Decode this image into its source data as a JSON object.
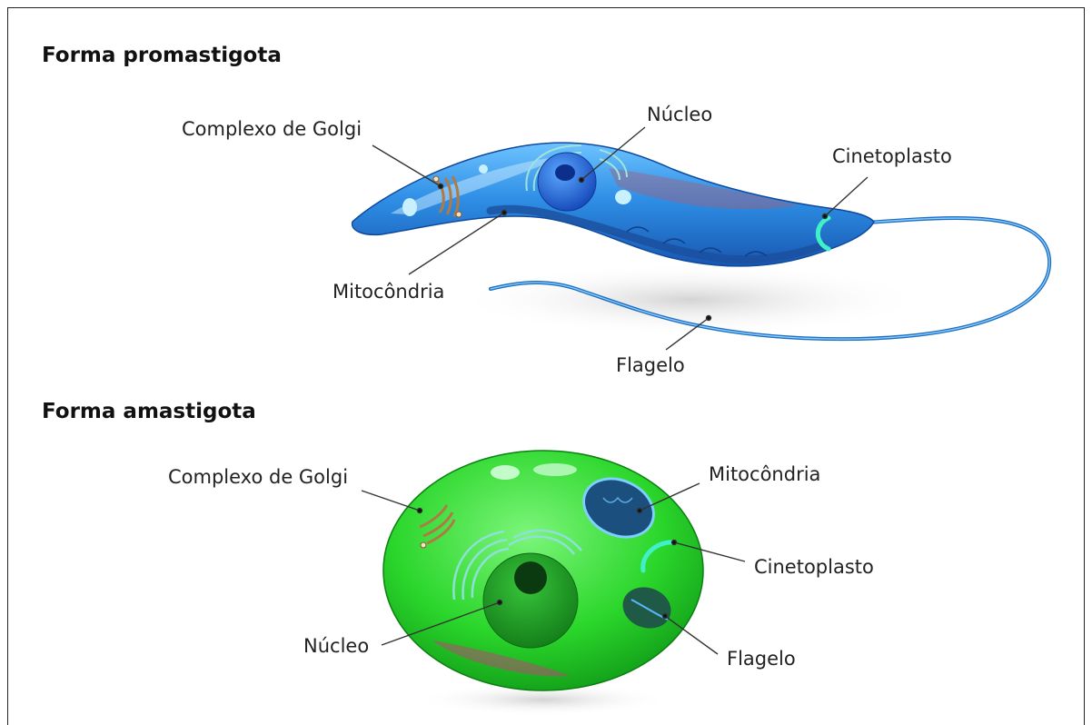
{
  "promastigote": {
    "title": "Forma promastigota",
    "labels": {
      "golgi": "Complexo de Golgi",
      "nucleus": "Núcleo",
      "kinetoplast": "Cinetoplasto",
      "mitochondria": "Mitocôndria",
      "flagellum": "Flagelo"
    }
  },
  "amastigote": {
    "title": "Forma amastigota",
    "labels": {
      "golgi": "Complexo de Golgi",
      "mitochondria": "Mitocôndria",
      "kinetoplast": "Cinetoplasto",
      "nucleus": "Núcleo",
      "flagellum": "Flagelo"
    }
  },
  "colors": {
    "promastigote_body": "#2f8fe6",
    "promastigote_dark": "#1a5fb8",
    "amastigote_body": "#2bd62b",
    "amastigote_dark": "#0f8f16",
    "kinetoplast": "#3ff0c8",
    "leader_line": "#333333"
  }
}
